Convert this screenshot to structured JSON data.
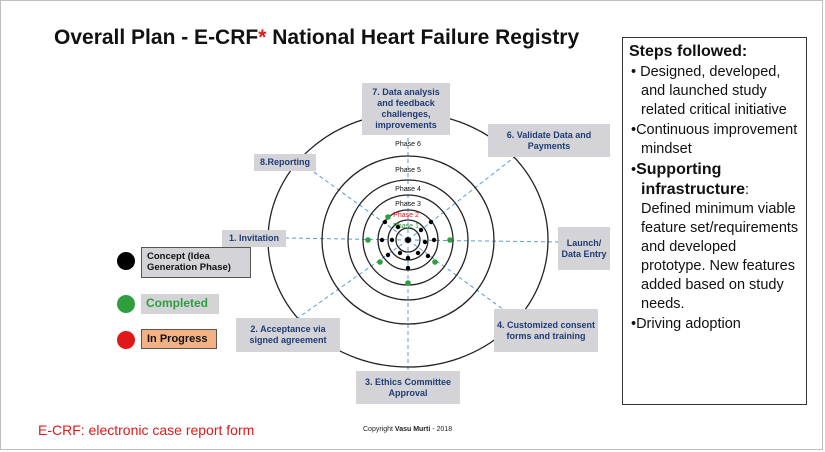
{
  "title": {
    "main": "Overall Plan - E-CRF",
    "star": "*",
    "rest": " National Heart Failure Registry"
  },
  "phases": [
    "Phase 1",
    "Phase 2",
    "Phase 3",
    "Phase 4",
    "Phase 5",
    "Phase 6"
  ],
  "labels": {
    "data_analysis": "7. Data analysis and feedback challenges, improvements",
    "validate": "6. Validate Data and Payments",
    "reporting": "8.Reporting",
    "invitation": "1. Invitation",
    "launch": "Launch/ Data Entry",
    "acceptance": "2. Acceptance via signed agreement",
    "customized": "4. Customized consent forms and training",
    "ethics": "3. Ethics Committee Approval"
  },
  "legend": {
    "concept": "Concept (Idea Generation Phase)",
    "completed": "Completed",
    "in_progress": "In Progress"
  },
  "steps": {
    "heading": "Steps followed:",
    "item1": "Designed, developed, and launched study related critical initiative",
    "item2": "Continuous improvement mindset",
    "item3_bold": "Supporting infrastructure",
    "item3_rest": ": Defined minimum viable feature set/requirements and developed prototype. New features added based on study needs.",
    "item4": "Driving adoption"
  },
  "footnote": "E-CRF: electronic case report form",
  "copyright": {
    "prefix": "Copyright ",
    "author": "Vasu Murti",
    "suffix": " - 2018"
  },
  "colors": {
    "concept": "#000000",
    "completed": "#2e9e3e",
    "in_progress": "#e01818",
    "label_bg": "#d4d4d8",
    "label_text": "#1f3b73",
    "in_progress_bg": "#f4b183"
  }
}
